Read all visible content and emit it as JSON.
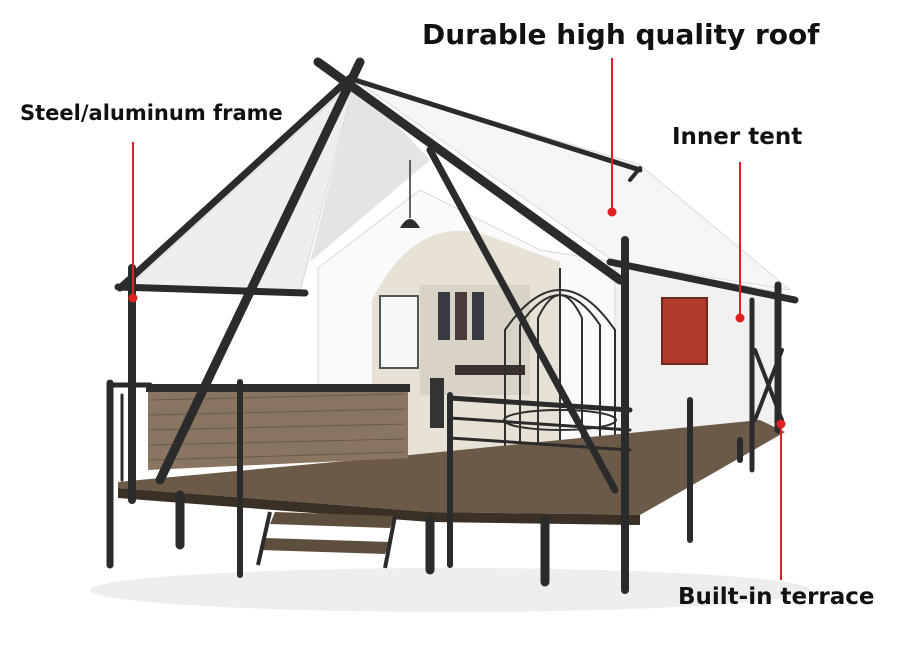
{
  "callouts": {
    "roof": "Durable high quality roof",
    "frame": "Steel/aluminum frame",
    "inner_tent": "Inner tent",
    "terrace": "Built-in terrace"
  },
  "colors": {
    "leader_line": "#e02020",
    "frame_steel": "#2b2b2b",
    "canvas": "#f3f3f3",
    "deck_wood": "#6b5a48",
    "rattan": "#8a7660"
  }
}
